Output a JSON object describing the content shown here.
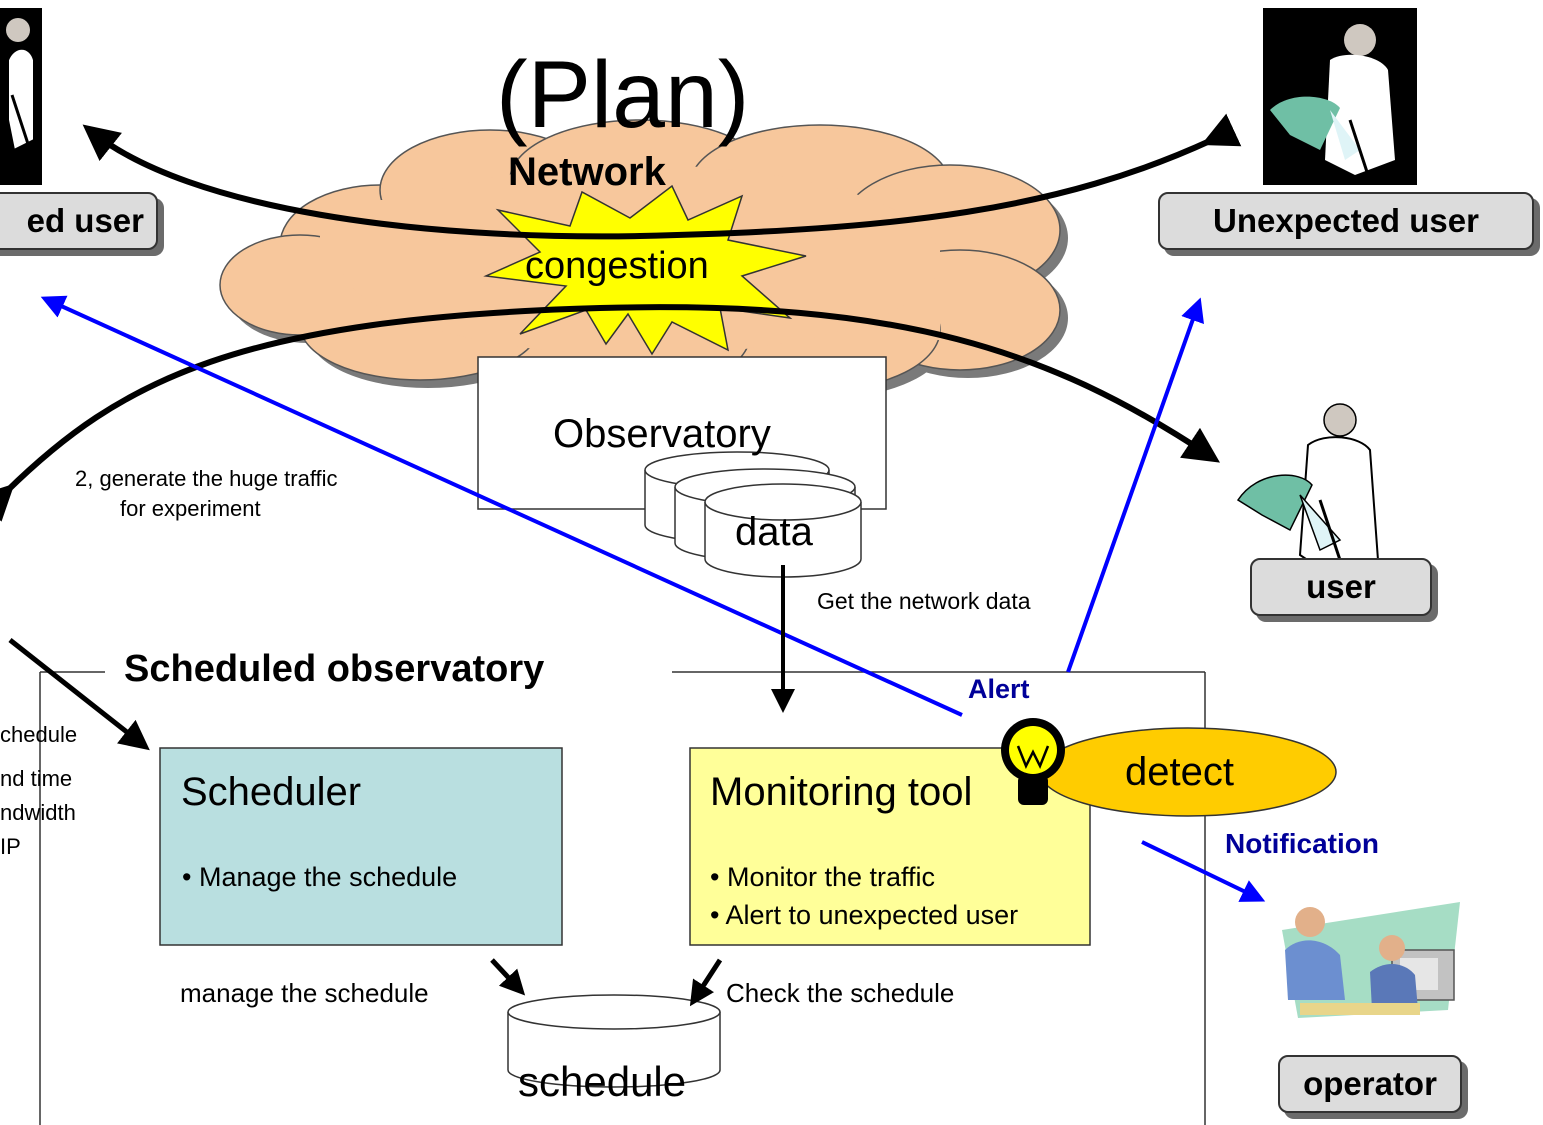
{
  "title": "(Plan)",
  "cloud_label": "Network",
  "congestion": "congestion",
  "observatory": {
    "label": "Observatory",
    "data_label": "data"
  },
  "users": {
    "left": "ed user",
    "right": "Unexpected user",
    "mid": "user",
    "operator": "operator"
  },
  "annotations": {
    "generate_line1": "2,  generate the huge traffic",
    "generate_line2": "for experiment",
    "get_network_data": "Get the network data",
    "left_partial": [
      "chedule",
      "nd time",
      "ndwidth",
      "IP"
    ],
    "manage_schedule": "manage the schedule",
    "check_schedule": "Check the schedule",
    "alert": "Alert",
    "notification": "Notification"
  },
  "scheduled_observatory": "Scheduled observatory",
  "scheduler": {
    "title": "Scheduler",
    "bullets": [
      "• Manage the schedule"
    ]
  },
  "monitoring": {
    "title": "Monitoring tool",
    "bullets": [
      "• Monitor the traffic",
      "• Alert to unexpected user"
    ]
  },
  "detect": "detect",
  "schedule": "schedule",
  "colors": {
    "cloud": "#f7c79c",
    "congestion": "#ffff00",
    "scheduler_box": "#b9dfe0",
    "monitoring_box": "#ffff99",
    "detect": "#ffcc00",
    "alert_blue": "#0000ff",
    "label_navy": "#000099"
  }
}
